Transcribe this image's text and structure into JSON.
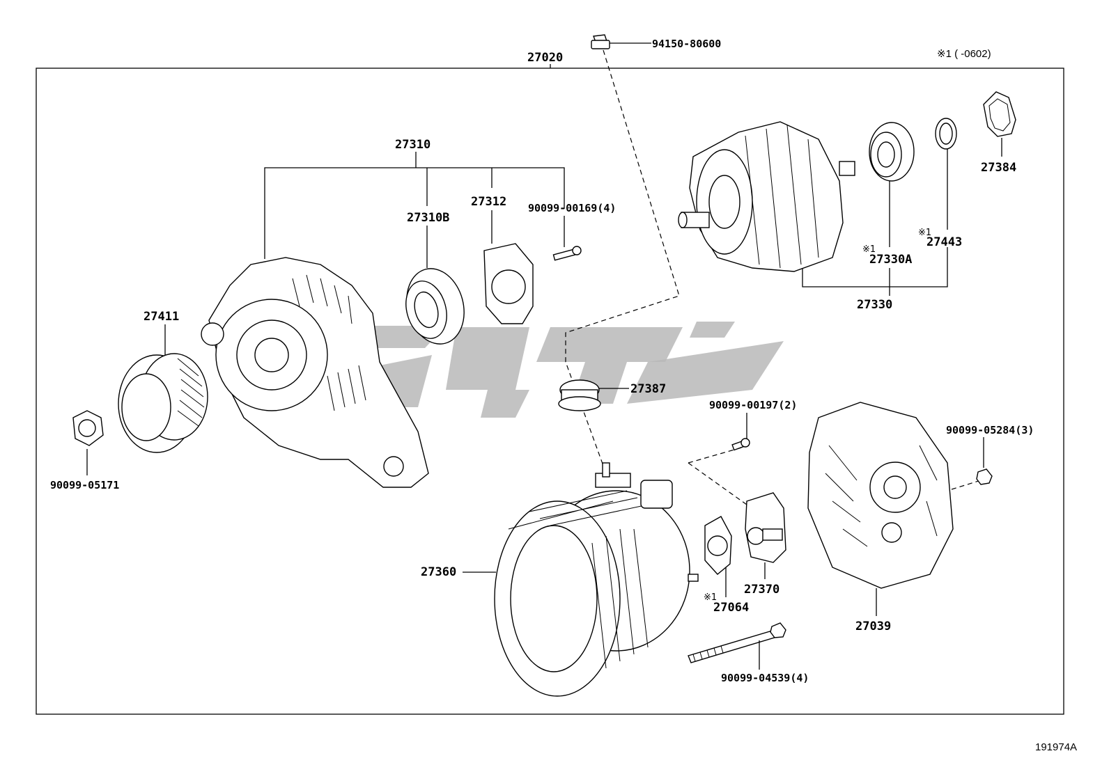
{
  "assembly_label": "27020",
  "top_bolt_label": "94150-80600",
  "note": "※1 (      -0602)",
  "footer_code": "191974A",
  "footnote_mark": "※1",
  "parts": {
    "p27310": "27310",
    "p27310B": "27310B",
    "p27312": "27312",
    "p90099_00169": "90099-00169(4)",
    "p27411": "27411",
    "p90099_05171": "90099-05171",
    "p27387": "27387",
    "p90099_00197": "90099-00197(2)",
    "p27360": "27360",
    "p27370": "27370",
    "p27064": "27064",
    "p27039": "27039",
    "p90099_05284": "90099-05284(3)",
    "p90099_04539": "90099-04539(4)",
    "p27384": "27384",
    "p27443": "27443",
    "p27330A": "27330A",
    "p27330": "27330"
  }
}
